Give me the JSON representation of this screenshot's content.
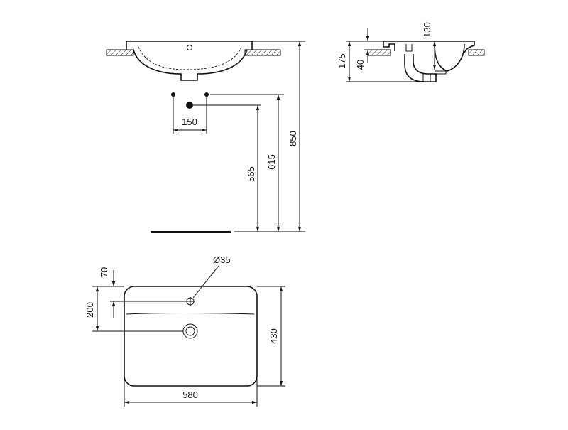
{
  "dimensions": {
    "waste_spacing": "150",
    "waste_height_low": "565",
    "waste_height_high": "615",
    "rim_height": "850",
    "side_total_height": "175",
    "side_depth": "130",
    "side_overflow_offset": "40",
    "tap_hole_diameter": "Ø35",
    "tap_hole_offset": "70",
    "waste_offset": "200",
    "basin_depth": "430",
    "basin_width": "580"
  },
  "colors": {
    "line": "#111111",
    "background": "#ffffff",
    "hatch": "#333333"
  }
}
